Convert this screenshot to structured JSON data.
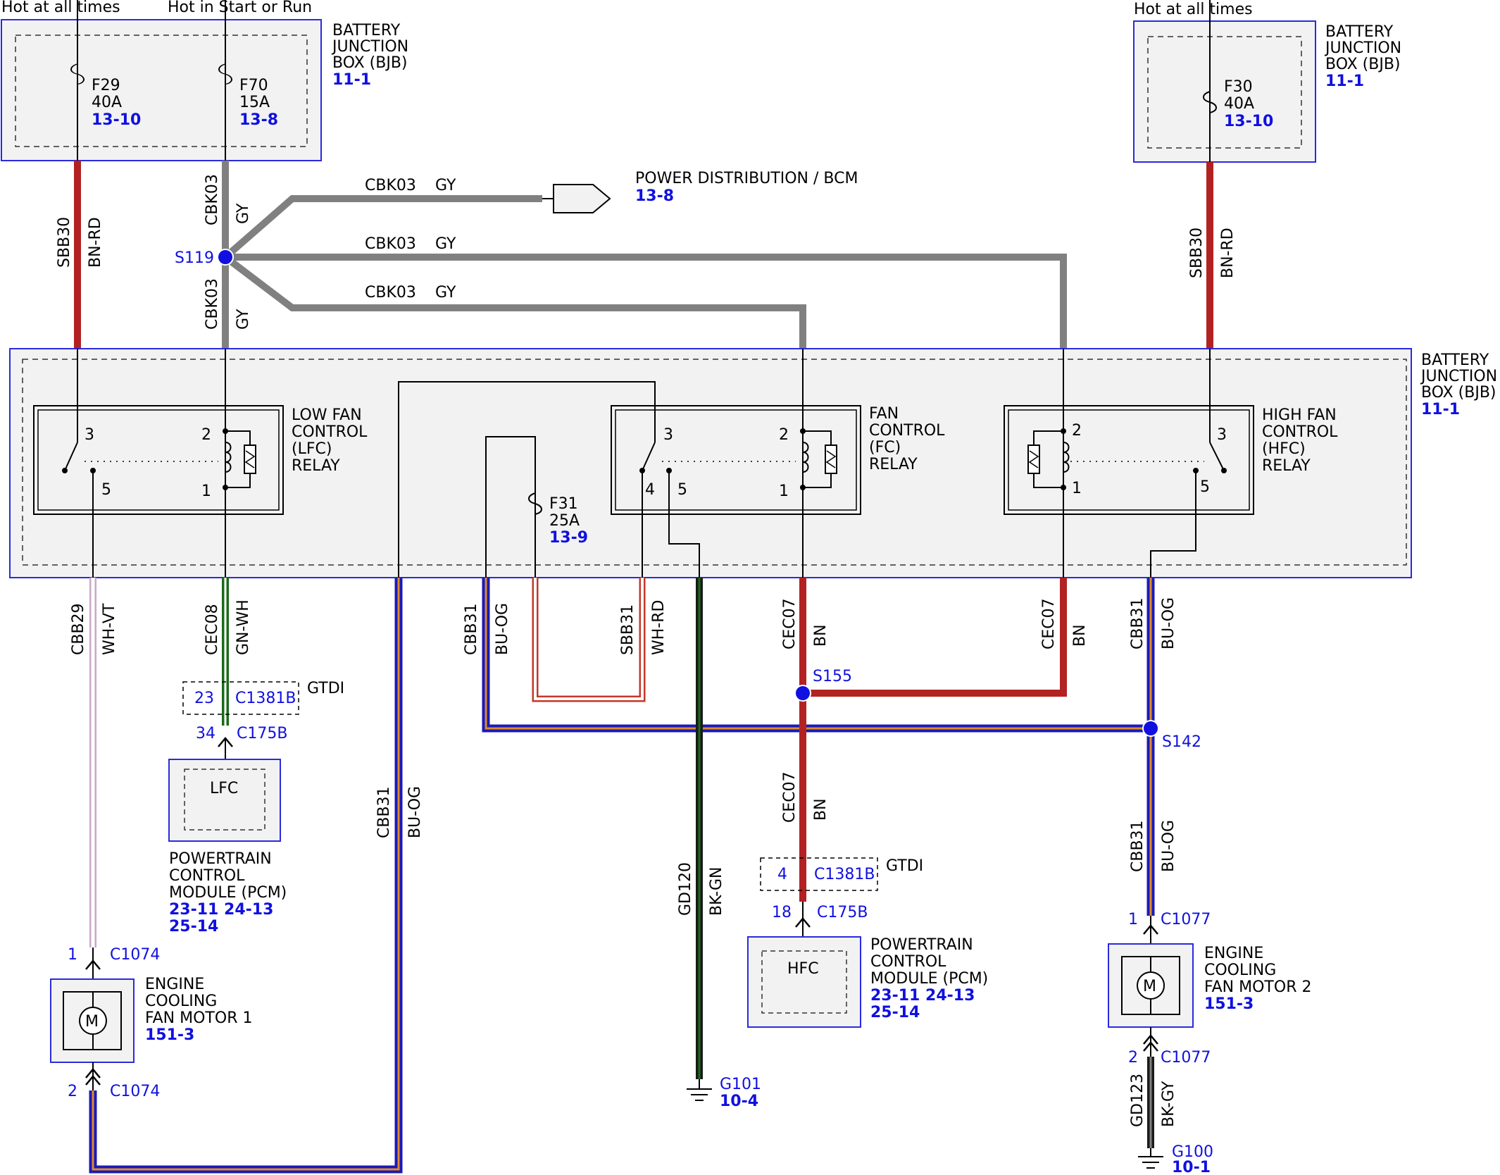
{
  "top_labels": {
    "hot_always_left": "Hot at all times",
    "hot_start_run": "Hot in Start or Run",
    "hot_always_right": "Hot at all times"
  },
  "bjb_top_left": {
    "name": [
      "BATTERY",
      "JUNCTION",
      "BOX (BJB)"
    ],
    "ref": "11-1",
    "fuse_f29": {
      "id": "F29",
      "rating": "40A",
      "ref": "13-10"
    },
    "fuse_f70": {
      "id": "F70",
      "rating": "15A",
      "ref": "13-8"
    }
  },
  "bjb_top_right": {
    "name": [
      "BATTERY",
      "JUNCTION",
      "BOX (BJB)"
    ],
    "ref": "11-1",
    "fuse_f30": {
      "id": "F30",
      "rating": "40A",
      "ref": "13-10"
    }
  },
  "bjb_main": {
    "name": [
      "BATTERY",
      "JUNCTION",
      "BOX (BJB)"
    ],
    "ref": "11-1",
    "lfc_relay": {
      "name": [
        "LOW FAN",
        "CONTROL",
        "(LFC)",
        "RELAY"
      ],
      "pins": [
        "3",
        "2",
        "5",
        "1"
      ]
    },
    "fc_relay": {
      "name": [
        "FAN",
        "CONTROL",
        "(FC)",
        "RELAY"
      ],
      "pins": [
        "3",
        "2",
        "4",
        "5",
        "1"
      ]
    },
    "hfc_relay": {
      "name": [
        "HIGH FAN",
        "CONTROL",
        "(HFC)",
        "RELAY"
      ],
      "pins": [
        "2",
        "3",
        "1",
        "5"
      ]
    },
    "fuse_f31": {
      "id": "F31",
      "rating": "25A",
      "ref": "13-9"
    }
  },
  "power_distribution": {
    "name": "POWER DISTRIBUTION / BCM",
    "ref": "13-8"
  },
  "splices": {
    "s119": "S119",
    "s155": "S155",
    "s142": "S142"
  },
  "wires": {
    "sbb30_left": {
      "circuit": "SBB30",
      "color": "BN-RD"
    },
    "cbk03_upper": {
      "circuit": "CBK03",
      "color": "GY"
    },
    "cbk03_lower": {
      "circuit": "CBK03",
      "color": "GY"
    },
    "cbk03_to_bcm": {
      "circuit": "CBK03",
      "color": "GY"
    },
    "cbk03_to_hfc": {
      "circuit": "CBK03",
      "color": "GY"
    },
    "cbk03_to_fc": {
      "circuit": "CBK03",
      "color": "GY"
    },
    "sbb30_right": {
      "circuit": "SBB30",
      "color": "BN-RD"
    },
    "cbb29": {
      "circuit": "CBB29",
      "color": "WH-VT"
    },
    "cec08": {
      "circuit": "CEC08",
      "color": "GN-WH"
    },
    "cbb31_left": {
      "circuit": "CBB31",
      "color": "BU-OG"
    },
    "sbb31": {
      "circuit": "SBB31",
      "color": "WH-RD"
    },
    "cec07_fc": {
      "circuit": "CEC07",
      "color": "BN"
    },
    "cec07_hfc": {
      "circuit": "CEC07",
      "color": "BN"
    },
    "cbb31_right": {
      "circuit": "CBB31",
      "color": "BU-OG"
    },
    "cbb31_long": {
      "circuit": "CBB31",
      "color": "BU-OG"
    },
    "gd120": {
      "circuit": "GD120",
      "color": "BK-GN"
    },
    "cec07_lower": {
      "circuit": "CEC07",
      "color": "BN"
    },
    "cbb31_lower_right": {
      "circuit": "CBB31",
      "color": "BU-OG"
    },
    "gd123": {
      "circuit": "GD123",
      "color": "BK-GY"
    }
  },
  "connectors": {
    "c1381b_lfc": {
      "pin": "23",
      "name": "C1381B",
      "tag": "GTDI"
    },
    "c175b_lfc": {
      "pin": "34",
      "name": "C175B"
    },
    "c1381b_hfc": {
      "pin": "4",
      "name": "C1381B",
      "tag": "GTDI"
    },
    "c175b_hfc": {
      "pin": "18",
      "name": "C175B"
    },
    "c1074_top": {
      "pin": "1",
      "name": "C1074"
    },
    "c1074_bottom": {
      "pin": "2",
      "name": "C1074"
    },
    "c1077_top": {
      "pin": "1",
      "name": "C1077"
    },
    "c1077_bottom": {
      "pin": "2",
      "name": "C1077"
    }
  },
  "pcm_lfc": {
    "inner": "LFC",
    "name": [
      "POWERTRAIN",
      "CONTROL",
      "MODULE (PCM)"
    ],
    "refs": [
      "23-11 24-13",
      "25-14"
    ]
  },
  "pcm_hfc": {
    "inner": "HFC",
    "name": [
      "POWERTRAIN",
      "CONTROL",
      "MODULE (PCM)"
    ],
    "refs": [
      "23-11 24-13",
      "25-14"
    ]
  },
  "fan_motor_1": {
    "symbol": "M",
    "name": [
      "ENGINE",
      "COOLING",
      "FAN MOTOR 1"
    ],
    "ref": "151-3"
  },
  "fan_motor_2": {
    "symbol": "M",
    "name": [
      "ENGINE",
      "COOLING",
      "FAN MOTOR 2"
    ],
    "ref": "151-3"
  },
  "grounds": {
    "g101": {
      "name": "G101",
      "ref": "10-4"
    },
    "g100": {
      "name": "G100",
      "ref": "10-1"
    }
  },
  "colors": {
    "box_border": "#2a2ae0",
    "box_fill": "#f2f2f2",
    "wire_red": "#b22222",
    "wire_gray": "#808080",
    "wire_blue": "#1a1ab8",
    "wire_orange": "#e08a2a",
    "wire_green": "#1a6b1a",
    "splice": "#1010e0",
    "ref_text": "#1010e0"
  }
}
